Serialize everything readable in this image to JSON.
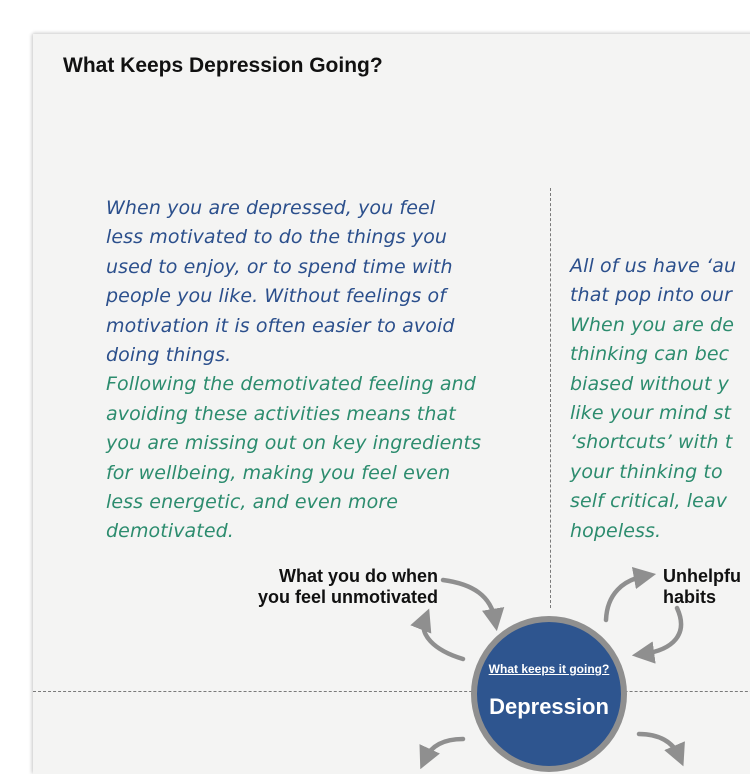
{
  "title": "What Keeps Depression Going?",
  "left_paragraph": {
    "blue_lines": [
      "When you are depressed, you feel",
      "less motivated to do the things you",
      "used to enjoy, or to spend time with",
      "people you like. Without feelings of",
      "motivation it is often easier to avoid",
      "doing things."
    ],
    "green_lines": [
      "Following the demotivated feeling and",
      "avoiding these activities means that",
      "you are missing out on key ingredients",
      "for wellbeing, making you feel even",
      "less energetic, and even more",
      "demotivated."
    ]
  },
  "right_paragraph": {
    "blue_lines": [
      "All of us have ‘au",
      "that pop into our"
    ],
    "green_lines": [
      "When you are de",
      "thinking can bec",
      "biased without y",
      "like your mind st",
      "‘shortcuts’ with t",
      "your thinking to",
      "self critical, leav",
      "hopeless."
    ]
  },
  "cycle": {
    "label_left": [
      "What you do when",
      "you feel unmotivated"
    ],
    "label_right": [
      "Unhelpfu",
      "habits"
    ],
    "center_subtitle": "What keeps it going?",
    "center_title": "Depression"
  },
  "colors": {
    "blue_text": "#2b4f8c",
    "green_text": "#2c8c6e",
    "circle_fill": "#2e558f",
    "arrow_gray": "#8f8f8f"
  }
}
